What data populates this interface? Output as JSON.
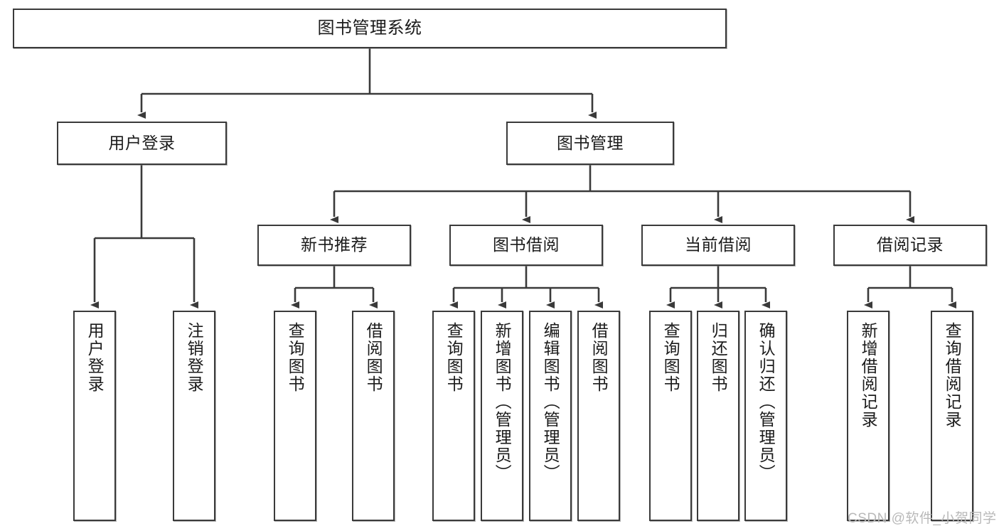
{
  "diagram": {
    "title": "图书管理系统",
    "type": "tree-hierarchy-diagram",
    "root": {
      "label": "图书管理系统"
    },
    "level2": [
      {
        "label": "用户登录"
      },
      {
        "label": "图书管理"
      }
    ],
    "level3": [
      {
        "label": "新书推荐"
      },
      {
        "label": "图书借阅"
      },
      {
        "label": "当前借阅"
      },
      {
        "label": "借阅记录"
      }
    ],
    "leaves_user_login": [
      {
        "label": "用户登录"
      },
      {
        "label": "注销登录"
      }
    ],
    "leaves_new_book": [
      {
        "label": "查询图书"
      },
      {
        "label": "借阅图书"
      }
    ],
    "leaves_borrow": [
      {
        "label": "查询图书"
      },
      {
        "label": "新增图书（管理员）"
      },
      {
        "label": "编辑图书（管理员）"
      },
      {
        "label": "借阅图书"
      }
    ],
    "leaves_current": [
      {
        "label": "查询图书"
      },
      {
        "label": "归还图书"
      },
      {
        "label": "确认归还（管理员）"
      }
    ],
    "leaves_record": [
      {
        "label": "新增借阅记录"
      },
      {
        "label": "查询借阅记录"
      }
    ]
  },
  "watermark": {
    "text": "CSDN @软件_小贺同学"
  },
  "colors": {
    "stroke": "#3a3a3a",
    "fill": "#ffffff",
    "text": "#1b1b1b",
    "watermark": "#b9b9b9"
  }
}
